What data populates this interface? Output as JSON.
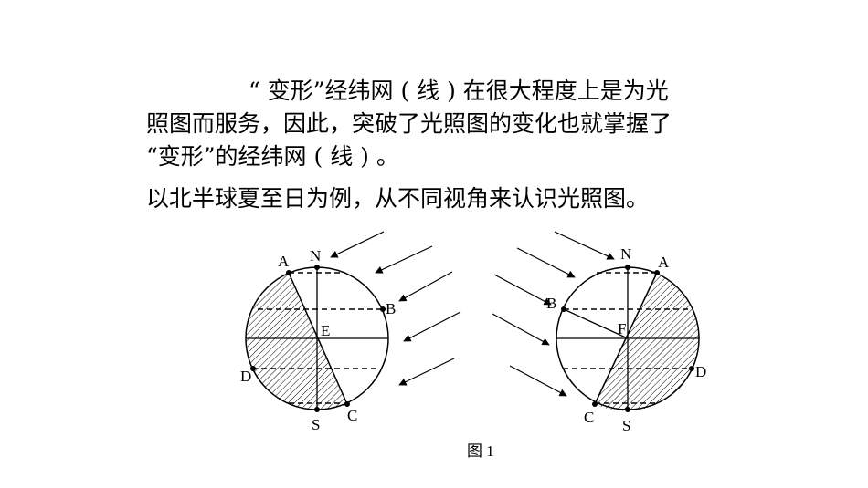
{
  "text": {
    "line1": "“ 变形”经纬网 ( 线 ) 在很大程度上是为光",
    "line2": "照图而服务，因此，突破了光照图的变化也就掌握了",
    "line3": "“变形”的经纬网 ( 线 ) 。",
    "line4": "以北半球夏至日为例，从不同视角来认识光照图。"
  },
  "figure": {
    "caption": "图 1",
    "left_labels": {
      "A": "A",
      "N": "N",
      "B": "B",
      "E": "E",
      "D": "D",
      "S": "S",
      "C": "C"
    },
    "right_labels": {
      "N": "N",
      "A": "A",
      "B": "B",
      "F": "F",
      "D": "D",
      "C": "C",
      "S": "S"
    }
  }
}
